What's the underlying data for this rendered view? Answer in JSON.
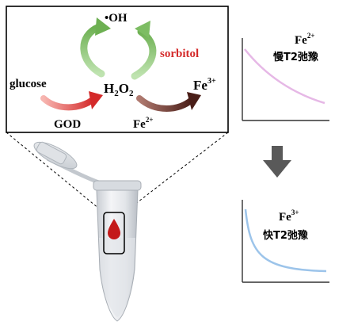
{
  "reaction": {
    "hydroxyl_prefix": "•",
    "hydroxyl_main": "OH",
    "sorbitol": "sorbitol",
    "glucose": "glucose",
    "h2o2_h": "H",
    "h2o2_sub1": "2",
    "h2o2_o": "O",
    "h2o2_sub2": "2",
    "fe3_main": "Fe",
    "fe3_sup": "3+",
    "god": "GOD",
    "fe2_main": "Fe",
    "fe2_sup": "2+"
  },
  "top_plot": {
    "ion_main": "Fe",
    "ion_sup": "2+",
    "caption": "慢T2弛豫"
  },
  "bottom_plot": {
    "ion_main": "Fe",
    "ion_sup": "3+",
    "caption": "快T2弛豫"
  },
  "colors": {
    "red_arrow": "#d42a2a",
    "green_arrow": "#7dbd63",
    "brown_arrow": "#5a2a22",
    "sorbitol_text": "#d42a2a",
    "slow_curve": "#e6b8e6",
    "fast_curve": "#9cc4ea",
    "gray_arrow": "#595959",
    "blood_drop": "#c41a1a"
  }
}
